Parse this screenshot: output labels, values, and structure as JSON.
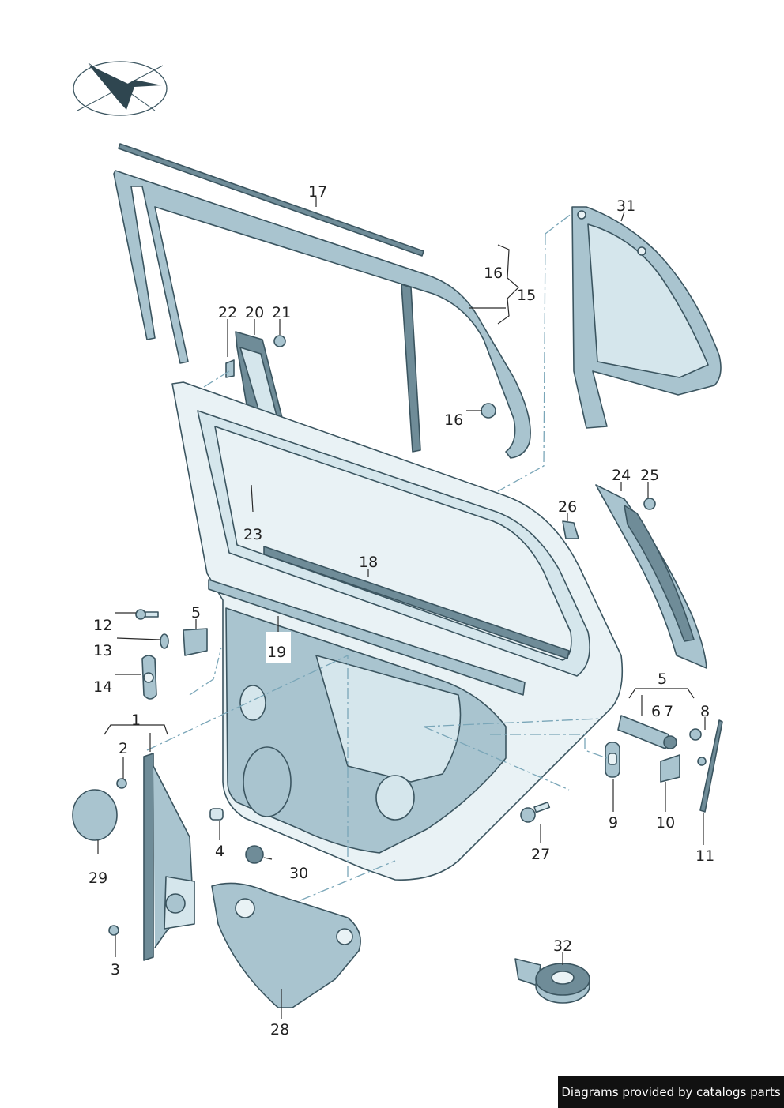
{
  "diagram": {
    "labels": [
      "17",
      "31",
      "16",
      "15",
      "22",
      "20",
      "21",
      "16",
      "23",
      "24",
      "25",
      "26",
      "18",
      "12",
      "5",
      "13",
      "19",
      "14",
      "1",
      "2",
      "5",
      "6",
      "7",
      "8",
      "29",
      "4",
      "30",
      "27",
      "9",
      "10",
      "11",
      "3",
      "28",
      "32"
    ]
  },
  "credit": "Diagrams provided by catalogs parts",
  "colors": {
    "steel": "#a9c4cf",
    "outline": "#3b5560",
    "dash": "#7aa6b8"
  }
}
